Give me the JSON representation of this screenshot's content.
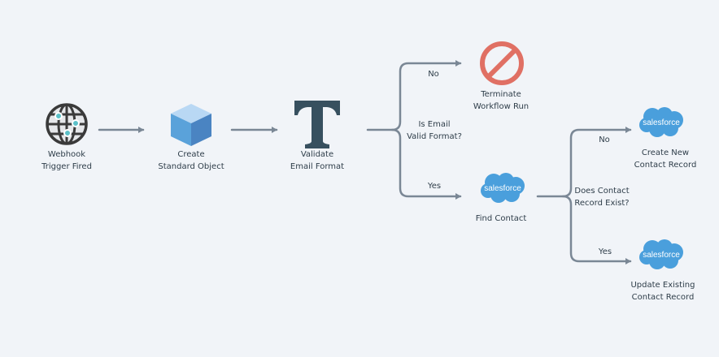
{
  "nodes": {
    "webhook": {
      "line1": "Webhook",
      "line2": "Trigger Fired",
      "icon": "globe-icon"
    },
    "create_object": {
      "line1": "Create",
      "line2": "Standard Object",
      "icon": "cube-icon"
    },
    "validate": {
      "line1": "Validate",
      "line2": "Email Format",
      "icon": "text-t-icon"
    },
    "terminate": {
      "line1": "Terminate",
      "line2": "Workflow Run",
      "icon": "prohibited-icon"
    },
    "find_contact": {
      "line1": "Find Contact",
      "icon": "salesforce-icon",
      "brand": "salesforce"
    },
    "create_contact": {
      "line1": "Create New",
      "line2": "Contact Record",
      "icon": "salesforce-icon",
      "brand": "salesforce"
    },
    "update_contact": {
      "line1": "Update Existing",
      "line2": "Contact Record",
      "icon": "salesforce-icon",
      "brand": "salesforce"
    }
  },
  "branches": {
    "email_valid": {
      "line1": "Is Email",
      "line2": "Valid Format?",
      "no": "No",
      "yes": "Yes"
    },
    "contact_exists": {
      "line1": "Does Contact",
      "line2": "Record Exist?",
      "no": "No",
      "yes": "Yes"
    }
  },
  "colors": {
    "background": "#f1f4f8",
    "connector": "#7a8795",
    "text": "#2e3d49",
    "salesforce": "#4a9fdc",
    "terminate": "#e07064",
    "cube_top": "#b9d8f4",
    "cube_left": "#5aa2da",
    "cube_right": "#4a84c2",
    "t_icon": "#37505f"
  }
}
